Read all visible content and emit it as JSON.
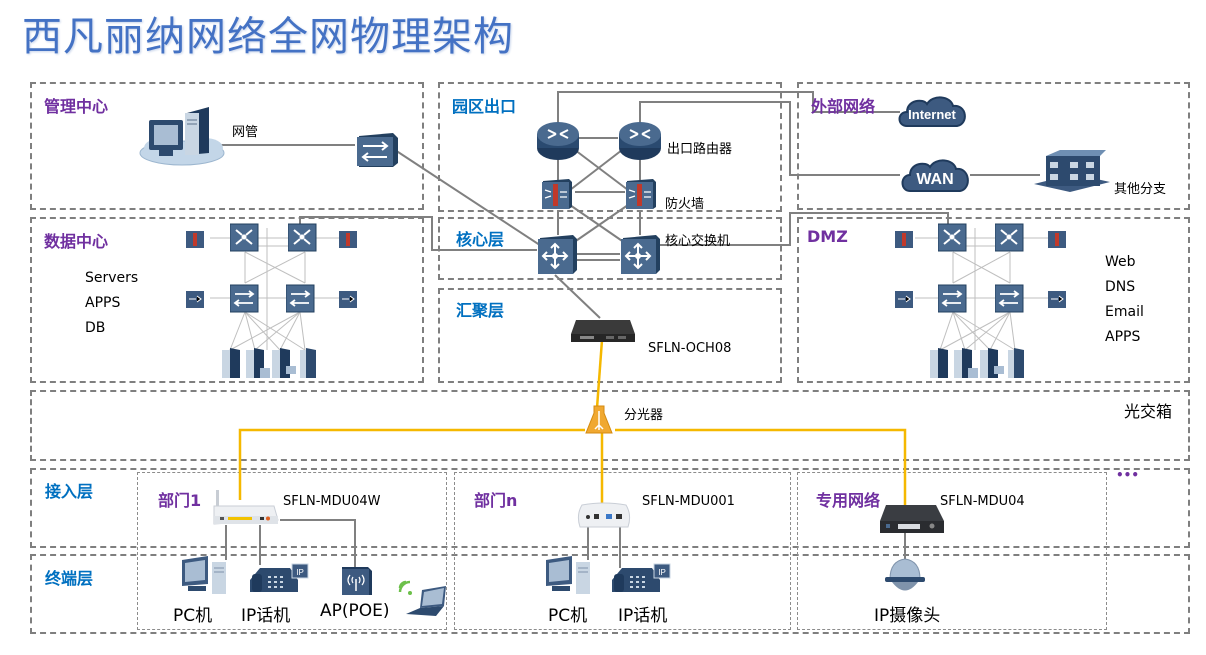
{
  "title": "西凡丽纳网络全网物理架构",
  "zones": {
    "management": {
      "label": "管理中心",
      "nms_label": "网管"
    },
    "campus_exit": {
      "label": "园区出口",
      "router_label": "出口路由器",
      "firewall_label": "防火墙"
    },
    "external": {
      "label": "外部网络",
      "internet_label": "Internet",
      "wan_label": "WAN",
      "branch_label": "其他分支"
    },
    "datacenter": {
      "label": "数据中心",
      "services": [
        "Servers",
        "APPS",
        "DB"
      ]
    },
    "core": {
      "label": "核心层",
      "switch_label": "核心交换机"
    },
    "dmz": {
      "label": "DMZ",
      "services": [
        "Web",
        "DNS",
        "Email",
        "APPS"
      ]
    },
    "aggregation": {
      "label": "汇聚层",
      "olt_label": "SFLN-OCH08"
    },
    "optical_box": {
      "label": "光交箱",
      "splitter_label": "分光器"
    },
    "access": {
      "label": "接入层",
      "more": "•••"
    },
    "terminal": {
      "label": "终端层"
    }
  },
  "departments": [
    {
      "name": "部门1",
      "device": "SFLN-MDU04W",
      "terminals": [
        "PC机",
        "IP话机",
        "AP(POE)"
      ]
    },
    {
      "name": "部门n",
      "device": "SFLN-MDU001",
      "terminals": [
        "PC机",
        "IP话机"
      ]
    },
    {
      "name": "专用网络",
      "device": "SFLN-MDU04",
      "terminals": [
        "IP摄像头"
      ]
    }
  ],
  "colors": {
    "title": "#4472c4",
    "purple_label": "#7030a0",
    "blue_label": "#0070c0",
    "fiber": "#f5b800",
    "device": "#3d5a80"
  }
}
